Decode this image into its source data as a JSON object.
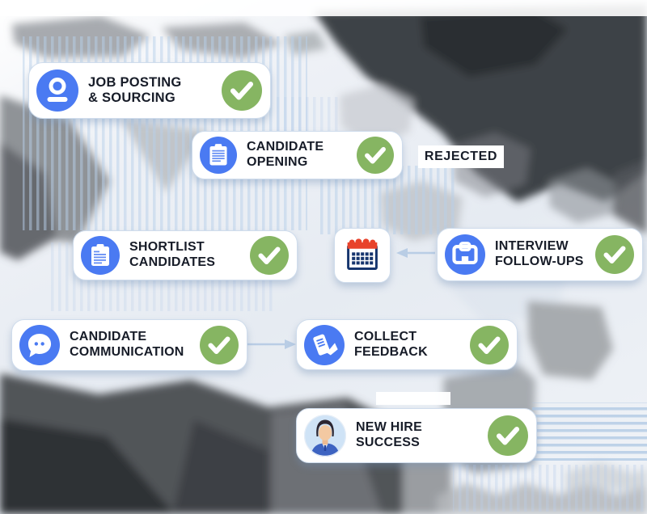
{
  "diagram": {
    "rejected_label": "REJECTED",
    "cards": [
      {
        "id": "job-posting-sourcing",
        "line1": "JOB POSTING",
        "line2": "& SOURCING",
        "icon": "user-icon",
        "status": "complete"
      },
      {
        "id": "candidate-opening",
        "line1": "CANDIDATE",
        "line2": "OPENING",
        "icon": "clipboard-icon",
        "status": "complete"
      },
      {
        "id": "shortlist-candidates",
        "line1": "SHORTLIST",
        "line2": "CANDIDATES",
        "icon": "clipboard-check-icon",
        "status": "complete"
      },
      {
        "id": "interview-follow-ups",
        "line1": "INTERVIEW",
        "line2": "FOLLOW-UPS",
        "icon": "briefcase-icon",
        "status": "complete"
      },
      {
        "id": "candidate-communication",
        "line1": "CANDIDATE",
        "line2": "COMMUNICATION",
        "icon": "chat-icon",
        "status": "complete"
      },
      {
        "id": "collect-feedback",
        "line1": "COLLECT",
        "line2": "FEEDBACK",
        "icon": "feedback-icon",
        "status": "complete"
      },
      {
        "id": "new-hire-success",
        "line1": "NEW HIRE",
        "line2": "SUCCESS",
        "icon": "avatar",
        "status": "complete"
      }
    ],
    "calendar": {
      "icon": "calendar-icon"
    },
    "arrows": [
      {
        "from": "candidate-communication",
        "to": "collect-feedback",
        "direction": "right"
      },
      {
        "from": "interview-follow-ups",
        "to": "calendar",
        "direction": "left"
      }
    ],
    "colors": {
      "icon_blue": "#4a7af2",
      "check_green": "#86b562",
      "card_border": "#cfdcec",
      "text_dark": "#171c28",
      "calendar_red": "#e8422b",
      "calendar_navy": "#16356e",
      "arrow_blue": "#aac3e1"
    }
  }
}
